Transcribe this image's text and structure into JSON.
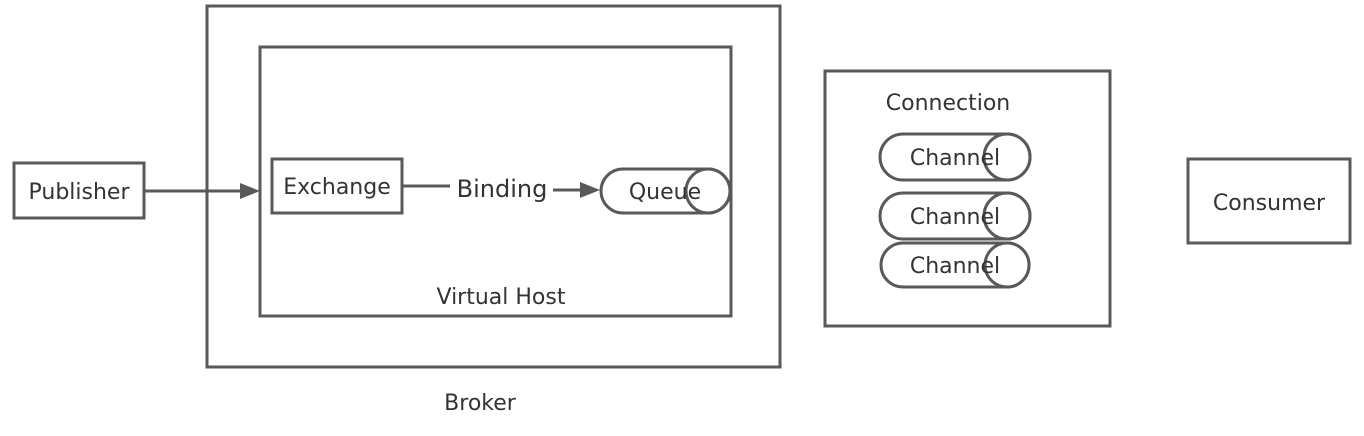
{
  "colors": {
    "stroke": "#595959",
    "text": "#333333",
    "background": "#ffffff"
  },
  "nodes": {
    "publisher": "Publisher",
    "broker": "Broker",
    "virtual_host": "Virtual Host",
    "exchange": "Exchange",
    "binding": "Binding",
    "queue": "Queue",
    "connection": "Connection",
    "channels": [
      "Channel",
      "Channel",
      "Channel"
    ],
    "consumer": "Consumer"
  },
  "edges": [
    {
      "from": "Publisher",
      "to": "Exchange",
      "label": ""
    },
    {
      "from": "Exchange",
      "to": "Queue",
      "label": "Binding"
    }
  ]
}
